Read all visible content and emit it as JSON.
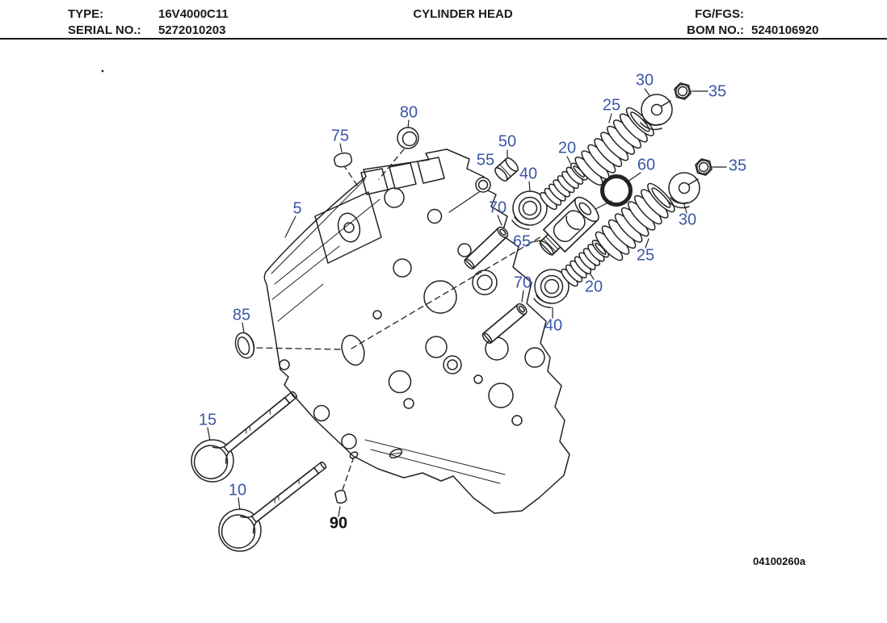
{
  "header": {
    "type_label": "TYPE:",
    "type_value": "16V4000C11",
    "serial_label": "SERIAL NO.:",
    "serial_value": "5272010203",
    "title": "CYLINDER HEAD",
    "fg_label": "FG/FGS:",
    "fg_value": "",
    "bom_label": "BOM NO.:",
    "bom_value": "5240106920"
  },
  "diagram": {
    "drawing_number": "04100260a",
    "callout_color": "#3A57A5",
    "line_color": "#232323",
    "callouts": [
      {
        "label": "80"
      },
      {
        "label": "75"
      },
      {
        "label": "5"
      },
      {
        "label": "55"
      },
      {
        "label": "50"
      },
      {
        "label": "40"
      },
      {
        "label": "20"
      },
      {
        "label": "25"
      },
      {
        "label": "30"
      },
      {
        "label": "35"
      },
      {
        "label": "60"
      },
      {
        "label": "35"
      },
      {
        "label": "30"
      },
      {
        "label": "25"
      },
      {
        "label": "20"
      },
      {
        "label": "70"
      },
      {
        "label": "70"
      },
      {
        "label": "40"
      },
      {
        "label": "65"
      },
      {
        "label": "85"
      },
      {
        "label": "15"
      },
      {
        "label": "10"
      },
      {
        "label": "90"
      }
    ]
  }
}
